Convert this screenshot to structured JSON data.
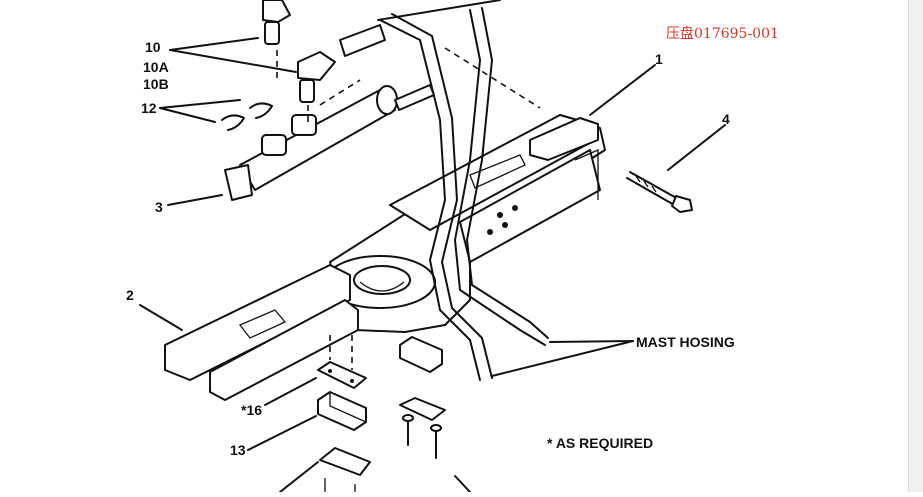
{
  "annotation": "压盘017695-001",
  "labels": {
    "l10": "10",
    "l10a": "10A",
    "l10b": "10B",
    "l12": "12",
    "l3": "3",
    "l1": "1",
    "l4": "4",
    "l2": "2",
    "l16": "*16",
    "l13": "13",
    "mast_hosing": "MAST HOSING",
    "as_required": "* AS REQUIRED"
  }
}
